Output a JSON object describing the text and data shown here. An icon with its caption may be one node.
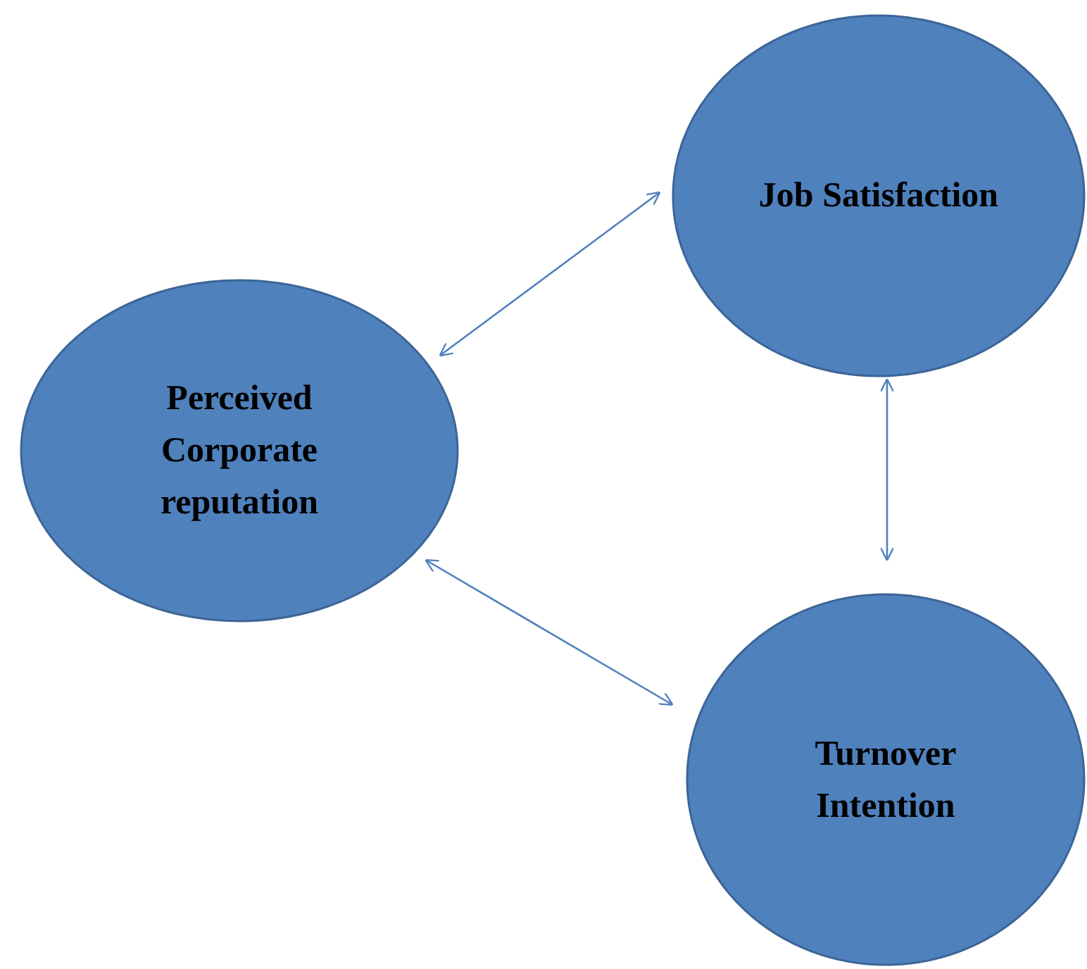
{
  "diagram": {
    "nodes": [
      {
        "text": [
          "Job Satisfaction"
        ]
      },
      {
        "text": [
          "Perceived Corporate reputation"
        ]
      },
      {
        "text": [
          "Turnover Intention"
        ]
      }
    ],
    "edges": [
      {
        "from": 1,
        "to": 0,
        "arrow": "both"
      },
      {
        "from": 0,
        "to": 2,
        "arrow": "both"
      },
      {
        "from": 1,
        "to": 2,
        "arrow": "both"
      }
    ]
  }
}
